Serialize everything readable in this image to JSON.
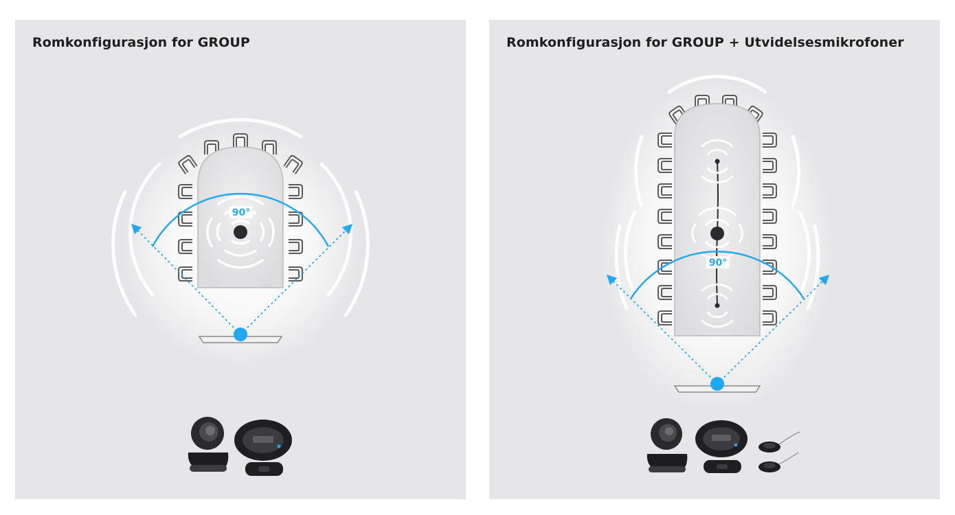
{
  "panels": [
    {
      "title": "Romkonfigurasjon for GROUP",
      "angle_label": "90°"
    },
    {
      "title": "Romkonfigurasjon for GROUP + Utvidelsesmikrofoner",
      "angle_label": "90°"
    }
  ],
  "colors": {
    "panel_bg": "#e6e6e8",
    "accent_blue": "#21a9f0",
    "device_dark": "#2b2b2d",
    "chair_stroke": "#5a5a5a",
    "table_fill": "#e9e9ea"
  },
  "icons": [
    "camera-icon",
    "speakerphone-icon",
    "remote-icon",
    "expansion-mic-icon"
  ]
}
